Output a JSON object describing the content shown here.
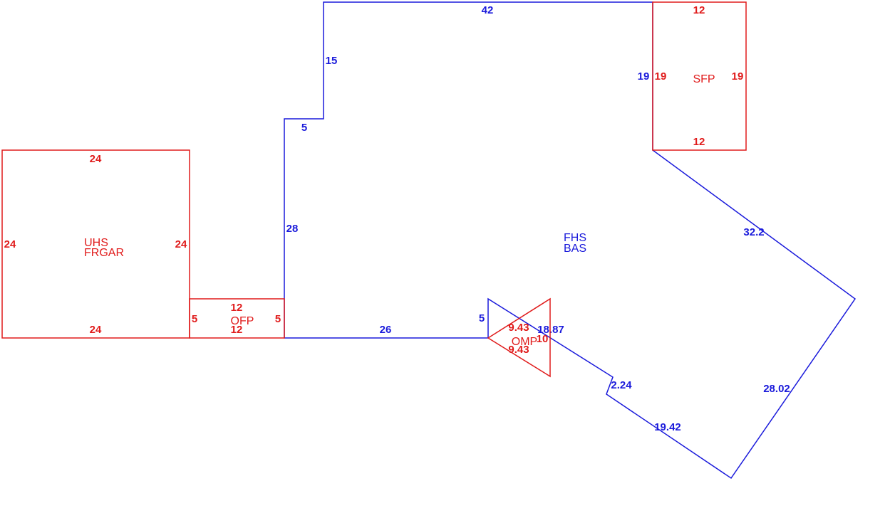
{
  "colors": {
    "main": "#1a1adb",
    "accessory": "#e01b1b"
  },
  "areas": {
    "main": {
      "codes": [
        "FHS",
        "BAS"
      ],
      "dims": [
        "42",
        "19",
        "32.2",
        "28.02",
        "19.42",
        "2.24",
        "18.87",
        "5",
        "26",
        "28",
        "5",
        "15"
      ]
    },
    "sfp": {
      "code": "SFP",
      "dims": [
        "12",
        "19",
        "12",
        "19"
      ]
    },
    "garage": {
      "codes": [
        "UHS",
        "FRGAR"
      ],
      "dims": [
        "24",
        "24",
        "24",
        "24"
      ]
    },
    "ofp": {
      "code": "OFP",
      "dims": [
        "12",
        "5",
        "12",
        "5"
      ]
    },
    "omp": {
      "code": "OMP",
      "dims": [
        "9.43",
        "10",
        "9.43"
      ]
    }
  }
}
